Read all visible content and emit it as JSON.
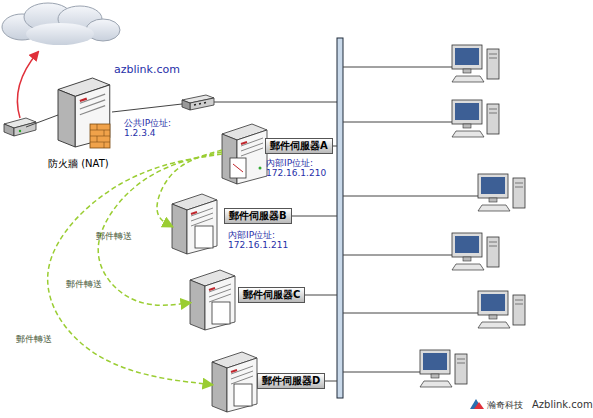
{
  "diagram": {
    "nodes": [
      {
        "text": [
          "防火牆 (NAT)"
        ]
      },
      {
        "text": [
          "郵件伺服器A",
          "內部IP位址: 172.16.1.210"
        ]
      },
      {
        "text": [
          "郵件伺服器B",
          "內部IP位址: 172.16.1.211"
        ]
      },
      {
        "text": [
          "郵件伺服器C"
        ]
      },
      {
        "text": [
          "郵件伺服器D"
        ]
      }
    ],
    "edges": [
      {
        "from": 1,
        "to": 2,
        "arrow": "to",
        "label": "郵件轉送"
      },
      {
        "from": 1,
        "to": 3,
        "arrow": "to",
        "label": "郵件轉送"
      },
      {
        "from": 1,
        "to": 4,
        "arrow": "to",
        "label": "郵件轉送"
      }
    ],
    "labels": [
      "azblink.com",
      "公共IP位址: 1.2.3.4",
      "瀚奇科技",
      "Azblink.com"
    ]
  }
}
